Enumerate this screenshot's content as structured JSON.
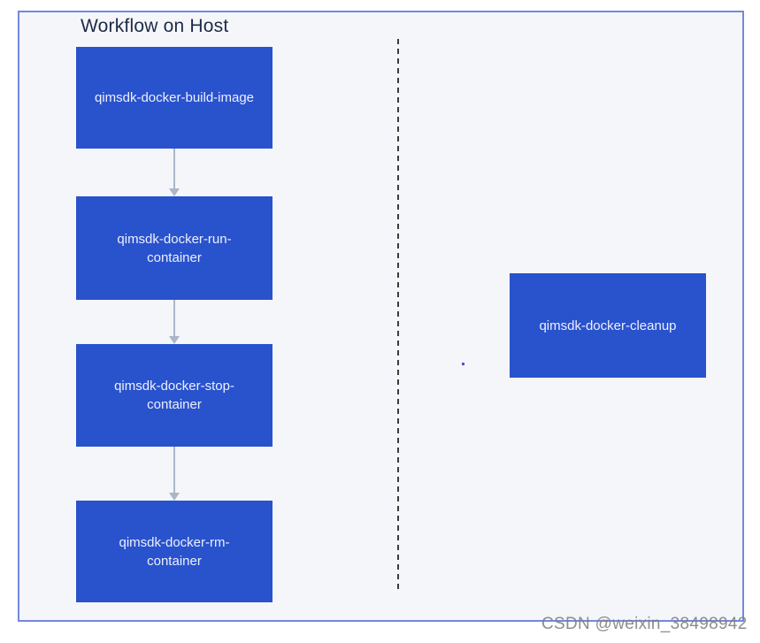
{
  "diagram": {
    "title": "Workflow on Host",
    "nodes": [
      {
        "id": "build-image",
        "label": "qimsdk-docker-build-image"
      },
      {
        "id": "run-container",
        "label": "qimsdk-docker-run-\ncontainer"
      },
      {
        "id": "stop-container",
        "label": "qimsdk-docker-stop-\ncontainer"
      },
      {
        "id": "rm-container",
        "label": "qimsdk-docker-rm-\ncontainer"
      },
      {
        "id": "cleanup",
        "label": "qimsdk-docker-cleanup"
      }
    ],
    "edges": [
      {
        "from": "build-image",
        "to": "run-container"
      },
      {
        "from": "run-container",
        "to": "stop-container"
      },
      {
        "from": "stop-container",
        "to": "rm-container"
      }
    ],
    "colors": {
      "node_fill": "#2952cd",
      "node_text": "#edf0fc",
      "frame_border": "#7389dd",
      "frame_background": "#f5f6f9",
      "arrow": "#aab7c9",
      "divider": "#3c3c3c",
      "title_text": "#1c2b4a",
      "dot": "#4d4fd9",
      "watermark_text": "#7d7d7d"
    }
  },
  "watermark": {
    "text": "CSDN @weixin_38498942"
  }
}
